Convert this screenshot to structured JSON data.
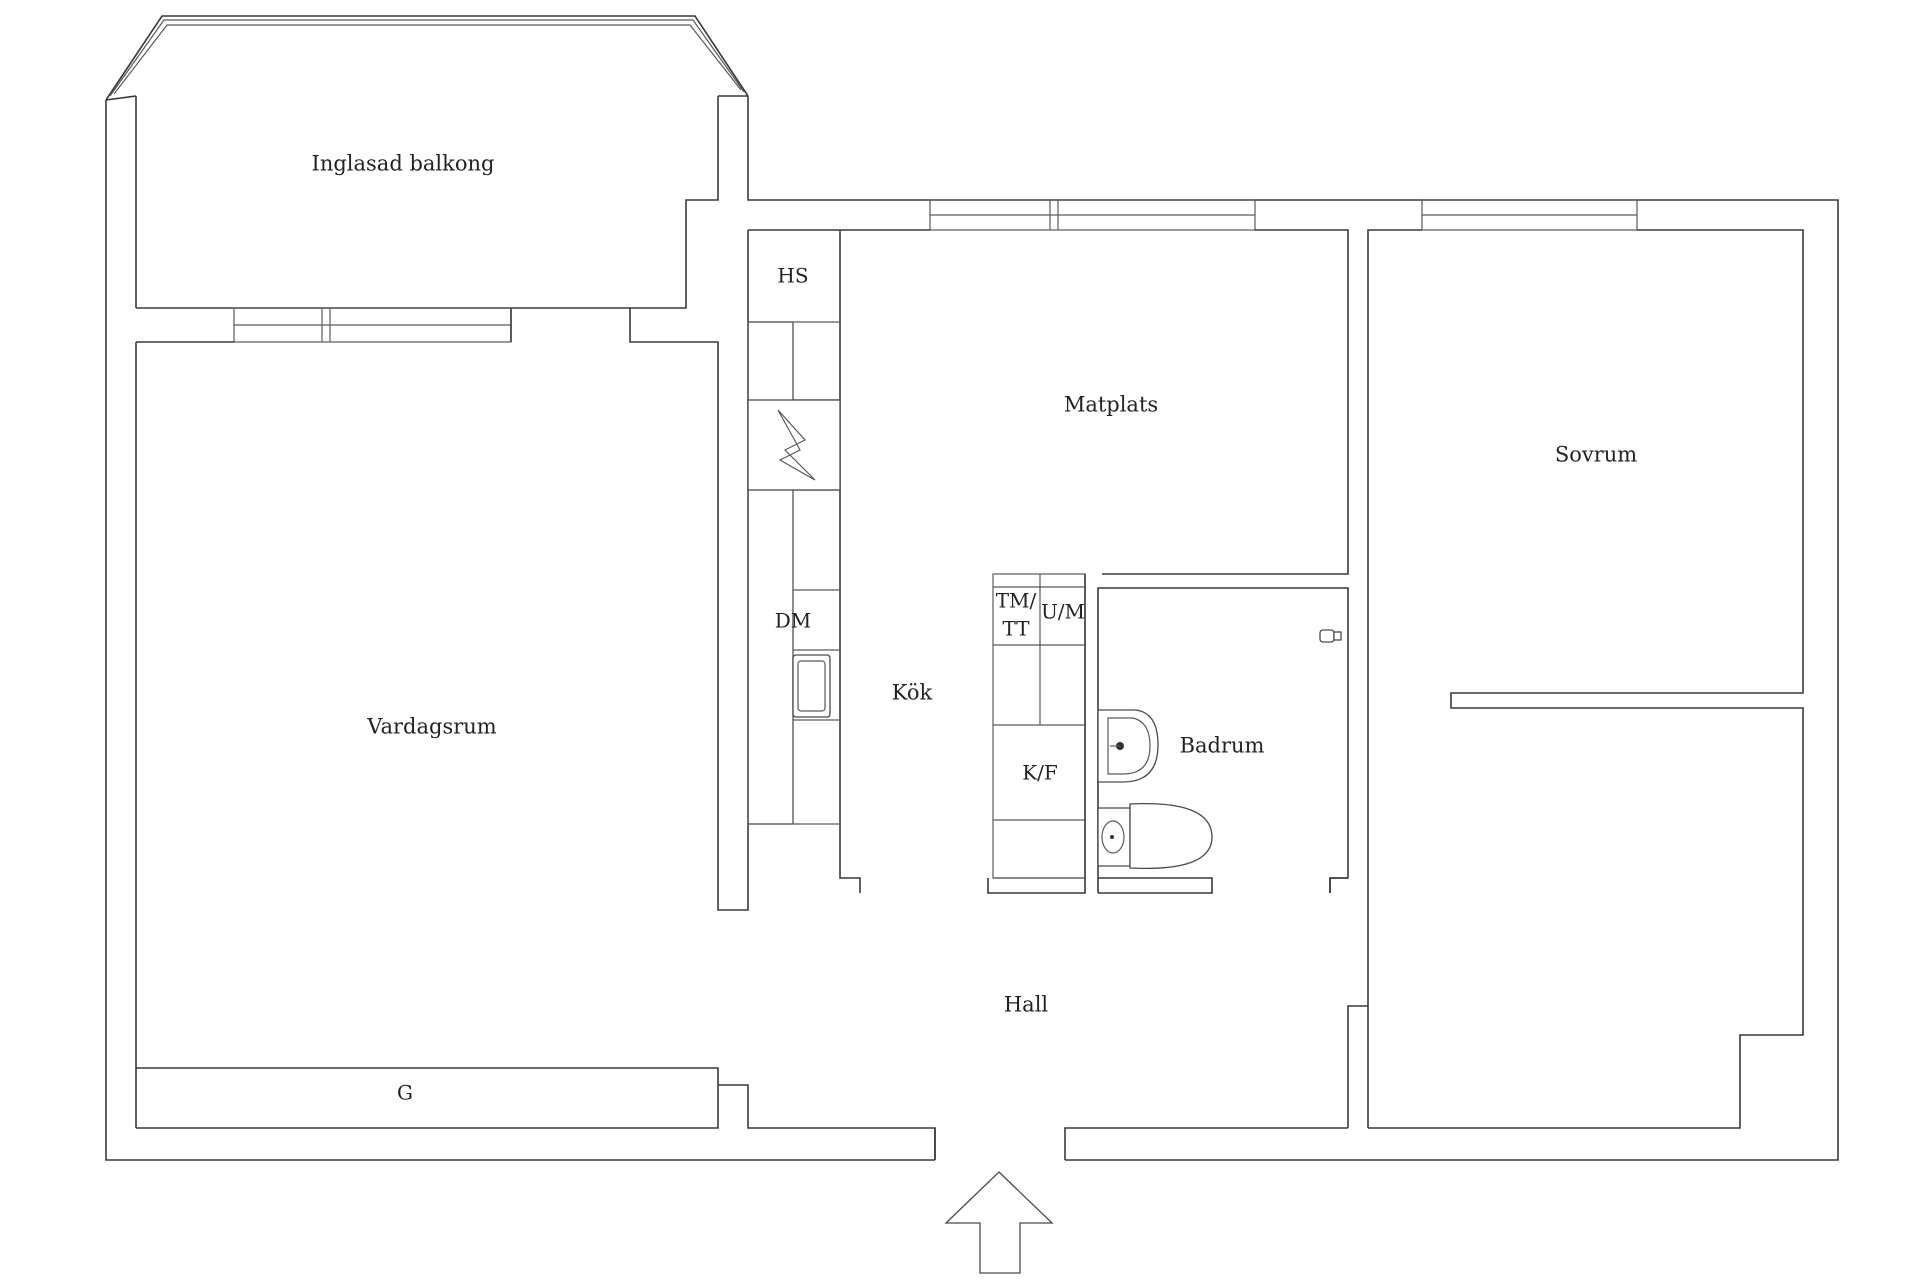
{
  "rooms": {
    "balcony": "Inglasad balkong",
    "dining": "Matplats",
    "bedroom": "Sovrum",
    "living": "Vardagsrum",
    "kitchen": "Kök",
    "bathroom": "Badrum",
    "hall": "Hall"
  },
  "fixtures": {
    "hs": "HS",
    "dm": "DM",
    "tm_line1": "TM/",
    "tm_line2": "TT",
    "um": "U/M",
    "kf": "K/F",
    "g": "G"
  },
  "icons": {
    "entrance": "arrow-up-icon",
    "chimney": "lightning-hatch-icon",
    "sink": "washbasin-icon",
    "toilet": "toilet-icon",
    "kitchen_sink": "kitchen-sink-icon",
    "tap": "tap-icon"
  }
}
